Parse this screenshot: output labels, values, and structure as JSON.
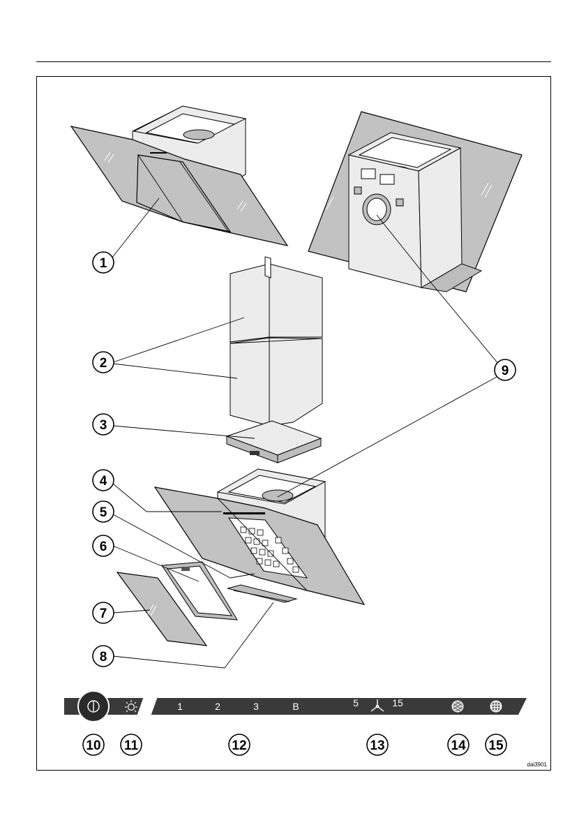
{
  "callouts": {
    "c1": "1",
    "c2": "2",
    "c3": "3",
    "c4": "4",
    "c5": "5",
    "c6": "6",
    "c7": "7",
    "c8": "8",
    "c9": "9",
    "c10": "10",
    "c11": "11",
    "c12": "12",
    "c13": "13",
    "c14": "14",
    "c15": "15"
  },
  "control_panel": {
    "fan_speeds": [
      "1",
      "2",
      "3",
      "B"
    ],
    "timer_short": "5",
    "timer_long": "15",
    "power_icon": "power-icon",
    "light_icon": "light-icon",
    "fan_icon": "fan-icon",
    "filter_icon": "grease-filter-icon",
    "charcoal_icon": "charcoal-filter-icon"
  },
  "figure_code": "dai3901",
  "colors": {
    "panel": "#3a3a3a",
    "glass": "#bdbdbd",
    "metal": "#e6e6e6",
    "line": "#000000"
  }
}
